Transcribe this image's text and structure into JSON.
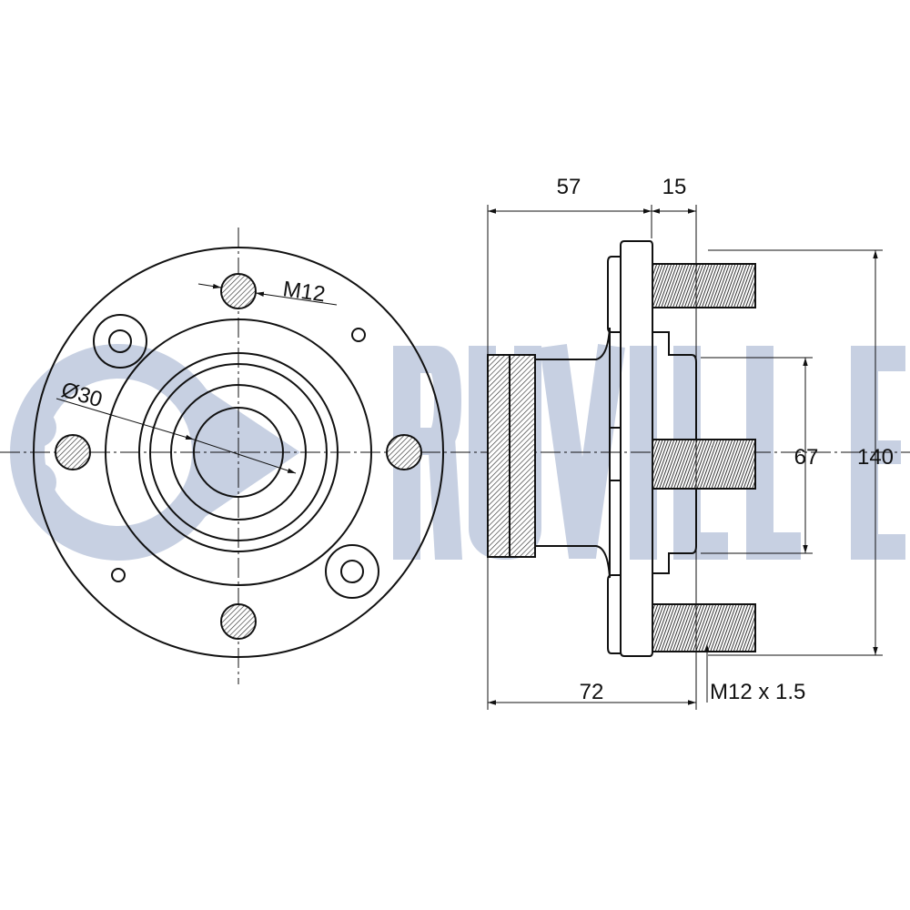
{
  "watermark": {
    "brand": "RUVILLE",
    "color": "#c7d0e2"
  },
  "front_view": {
    "stud_label": "M12",
    "bore_label": "Ø30"
  },
  "side_view": {
    "dim_57": "57",
    "dim_15": "15",
    "dim_72": "72",
    "dim_67": "67",
    "dim_140": "140",
    "thread_label": "M12 x 1.5"
  }
}
